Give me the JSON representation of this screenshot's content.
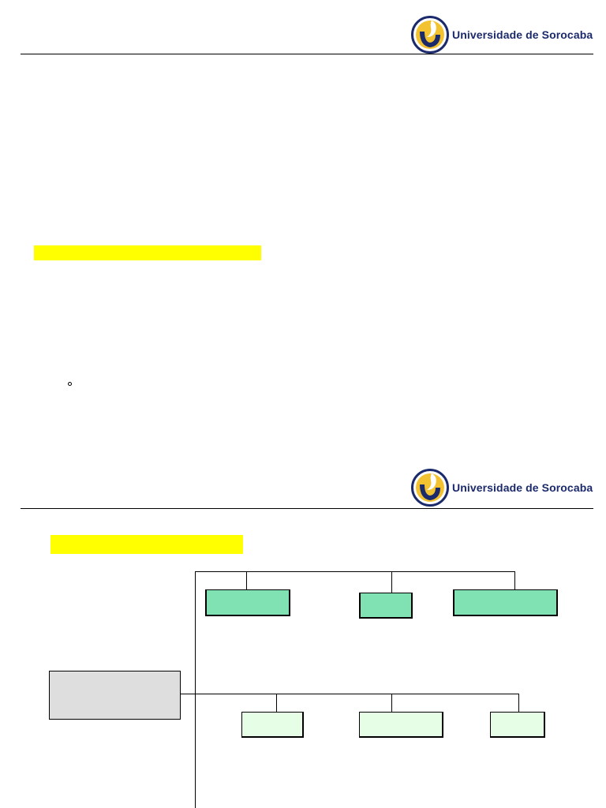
{
  "header": {
    "institution_name": "Universidade de Sorocaba",
    "logo_colors": {
      "ring": "#1b2a6b",
      "gold": "#f2c230",
      "white": "#ffffff"
    }
  },
  "slides": [
    {
      "id": "slide-1",
      "highlight_color": "#ffff00",
      "bullet": "◦"
    },
    {
      "id": "slide-2",
      "highlight_color": "#ffff00"
    }
  ],
  "org_chart": {
    "colors": {
      "top_boxes": "#80e2b2",
      "bottom_boxes": "#e6fde6",
      "root_box": "#dedede"
    },
    "root": {
      "label": ""
    },
    "top_row": [
      {
        "label": ""
      },
      {
        "label": ""
      },
      {
        "label": ""
      }
    ],
    "bottom_row": [
      {
        "label": ""
      },
      {
        "label": ""
      },
      {
        "label": ""
      }
    ]
  }
}
